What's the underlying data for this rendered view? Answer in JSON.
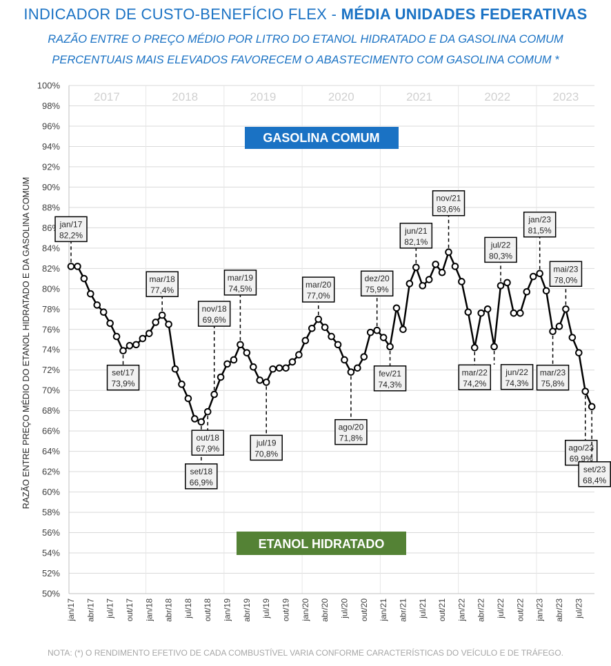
{
  "title": {
    "part1": "INDICADOR DE CUSTO-BENEFÍCIO FLEX - ",
    "part2": "MÉDIA UNIDADES FEDERATIVAS"
  },
  "subtitle1": "RAZÃO ENTRE O PREÇO MÉDIO POR LITRO DO ETANOL HIDRATADO E DA GASOLINA COMUM",
  "subtitle2": "PERCENTUAIS MAIS ELEVADOS FAVORECEM O ABASTECIMENTO COM GASOLINA COMUM *",
  "footnote": "NOTA: (*) O RENDIMENTO EFETIVO DE CADA COMBUSTÍVEL VARIA CONFORME CARACTERÍSTICAS DO VEÍCULO E DE TRÁFEGO.",
  "colors": {
    "line": "#000000",
    "gasolina": "#1a72c4",
    "etanol": "#548235",
    "title": "#1a72c4",
    "grid": "#d9d9d9",
    "year": "#d0d0d0"
  },
  "chart_data": {
    "type": "line",
    "ylabel": "RAZÃO  ENTRE PREÇO MÉDIO DO ETANOL HIDRATADO E DA GASOLINA COMUM",
    "ylim": [
      50,
      100
    ],
    "ytick_step": 2,
    "grid": true,
    "zone_labels": {
      "upper": "GASOLINA COMUM",
      "lower": "ETANOL HIDRATADO"
    },
    "years": [
      "2017",
      "2018",
      "2019",
      "2020",
      "2021",
      "2022",
      "2023"
    ],
    "months": [
      "jan",
      "fev",
      "mar",
      "abr",
      "mai",
      "jun",
      "jul",
      "ago",
      "set",
      "out",
      "nov",
      "dez"
    ],
    "start_year_suffix": "17",
    "xtick_labels": [
      "jan/17",
      "abr/17",
      "jul/17",
      "out/17",
      "jan/18",
      "abr/18",
      "jul/18",
      "out/18",
      "jan/19",
      "abr/19",
      "jul/19",
      "out/19",
      "jan/20",
      "abr/20",
      "jul/20",
      "out/20",
      "jan/21",
      "abr/21",
      "jul/21",
      "out/21",
      "jan/22",
      "abr/22",
      "jul/22",
      "out/22",
      "jan/23",
      "abr/23",
      "jul/23"
    ],
    "values": [
      82.2,
      82.2,
      81.0,
      79.5,
      78.4,
      77.7,
      76.6,
      75.3,
      73.9,
      74.4,
      74.5,
      75.1,
      75.6,
      76.7,
      77.4,
      76.5,
      72.1,
      70.6,
      69.2,
      67.2,
      66.9,
      67.9,
      69.6,
      71.3,
      72.6,
      73.0,
      74.5,
      73.7,
      72.3,
      71.0,
      70.8,
      72.1,
      72.2,
      72.2,
      72.8,
      73.5,
      74.9,
      76.1,
      77.0,
      76.2,
      75.3,
      74.5,
      73.0,
      71.8,
      72.2,
      73.3,
      75.7,
      75.9,
      75.2,
      74.3,
      78.1,
      76.0,
      80.5,
      82.1,
      80.3,
      80.9,
      82.4,
      81.6,
      83.6,
      82.2,
      80.7,
      77.7,
      74.2,
      77.6,
      78.0,
      74.3,
      80.3,
      80.6,
      77.6,
      77.6,
      79.7,
      81.2,
      81.5,
      79.8,
      75.8,
      76.3,
      78.0,
      75.2,
      73.7,
      69.9,
      68.4
    ],
    "annotations": [
      {
        "index": 0,
        "month": "jan/17",
        "value": "82,2%",
        "position": "above"
      },
      {
        "index": 8,
        "month": "set/17",
        "value": "73,9%",
        "position": "below"
      },
      {
        "index": 14,
        "month": "mar/18",
        "value": "77,4%",
        "position": "above"
      },
      {
        "index": 20,
        "month": "set/18",
        "value": "66,9%",
        "position": "below"
      },
      {
        "index": 21,
        "month": "out/18",
        "value": "67,9%",
        "position": "below"
      },
      {
        "index": 22,
        "month": "nov/18",
        "value": "69,6%",
        "position": "above"
      },
      {
        "index": 26,
        "month": "mar/19",
        "value": "74,5%",
        "position": "above"
      },
      {
        "index": 30,
        "month": "jul/19",
        "value": "70,8%",
        "position": "below"
      },
      {
        "index": 38,
        "month": "mar/20",
        "value": "77,0%",
        "position": "above"
      },
      {
        "index": 43,
        "month": "ago/20",
        "value": "71,8%",
        "position": "below"
      },
      {
        "index": 47,
        "month": "dez/20",
        "value": "75,9%",
        "position": "above"
      },
      {
        "index": 49,
        "month": "fev/21",
        "value": "74,3%",
        "position": "below"
      },
      {
        "index": 53,
        "month": "jun/21",
        "value": "82,1%",
        "position": "above"
      },
      {
        "index": 58,
        "month": "nov/21",
        "value": "83,6%",
        "position": "above"
      },
      {
        "index": 62,
        "month": "mar/22",
        "value": "74,2%",
        "position": "below"
      },
      {
        "index": 65,
        "month": "jun/22",
        "value": "74,3%",
        "position": "below"
      },
      {
        "index": 66,
        "month": "jul/22",
        "value": "80,3%",
        "position": "above"
      },
      {
        "index": 72,
        "month": "jan/23",
        "value": "81,5%",
        "position": "above"
      },
      {
        "index": 74,
        "month": "mar/23",
        "value": "75,8%",
        "position": "below"
      },
      {
        "index": 76,
        "month": "mai/23",
        "value": "78,0%",
        "position": "above"
      },
      {
        "index": 79,
        "month": "ago/23",
        "value": "69,9%",
        "position": "below"
      },
      {
        "index": 80,
        "month": "set/23",
        "value": "68,4%",
        "position": "below"
      }
    ]
  }
}
